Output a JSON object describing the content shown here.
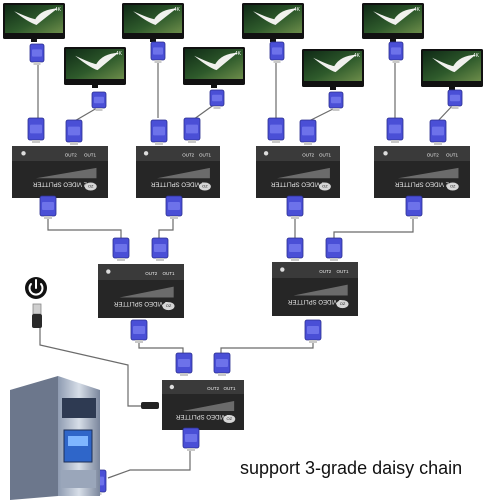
{
  "caption": "support 3-grade daisy chain",
  "device_label": "2 VIDEO SPLITTER",
  "port_labels": [
    "OUT1",
    "OUT2"
  ],
  "brand_badge": "OZ",
  "monitor_badge": "4K",
  "colors": {
    "vga_blue": "#4a4fd6",
    "splitter_body": "#262626",
    "cable": "#6b6b6b",
    "pc_case": "#b9c4d6"
  },
  "icons": [
    "power-icon",
    "usb-plug-icon",
    "desktop-pc-icon",
    "monitor-icon",
    "vga-connector-icon"
  ]
}
